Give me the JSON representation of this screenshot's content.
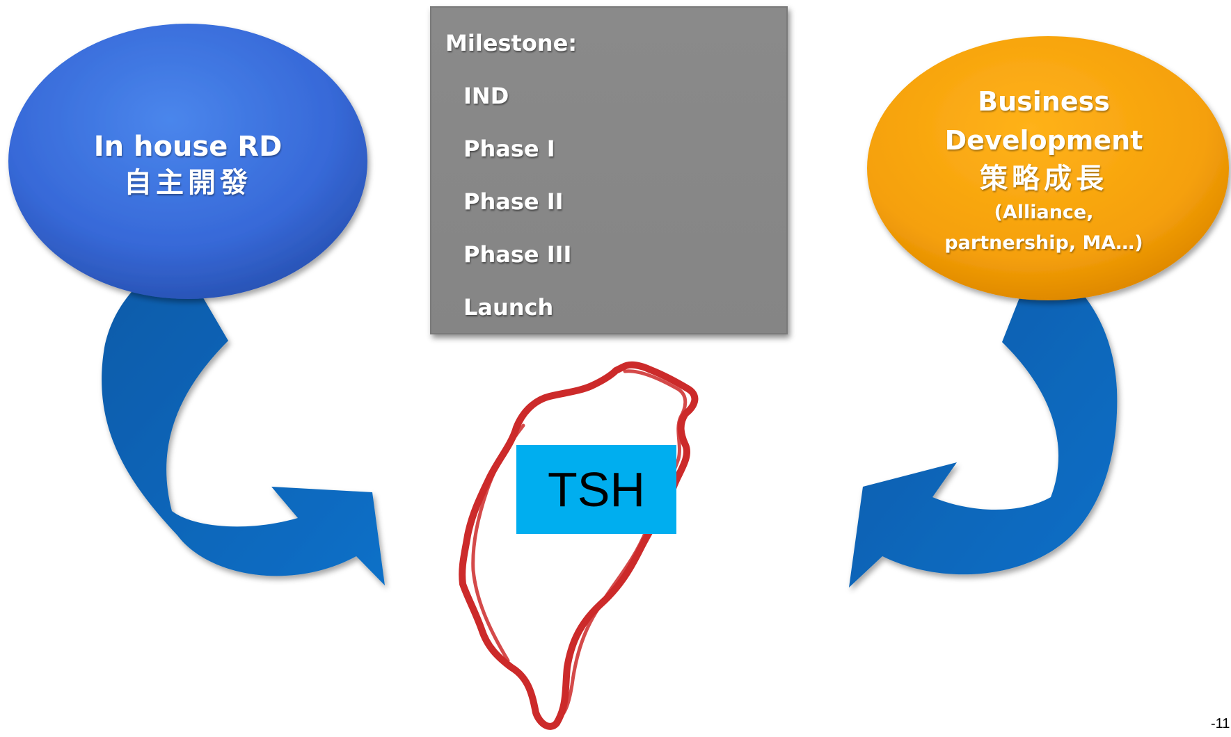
{
  "in_house": {
    "label_en": "In house RD",
    "label_zh": "自主開發"
  },
  "milestone": {
    "title": "Milestone:",
    "items": [
      "IND",
      "Phase I",
      "Phase II",
      "Phase III",
      "Launch"
    ]
  },
  "business": {
    "label_en_1": "Business",
    "label_en_2": "Development",
    "label_zh": "策略成長",
    "sub_1": "(Alliance,",
    "sub_2": "partnership, MA…)"
  },
  "center": {
    "label": "TSH"
  },
  "page": {
    "number": "-11"
  },
  "colors": {
    "in_house_ellipse": "#3a6fd8",
    "business_ellipse": "#f7a20a",
    "milestone_box": "#888888",
    "arrow": "#0a6cc0",
    "taiwan_outline": "#cc2a2a",
    "tsh_box": "#00aeef"
  }
}
